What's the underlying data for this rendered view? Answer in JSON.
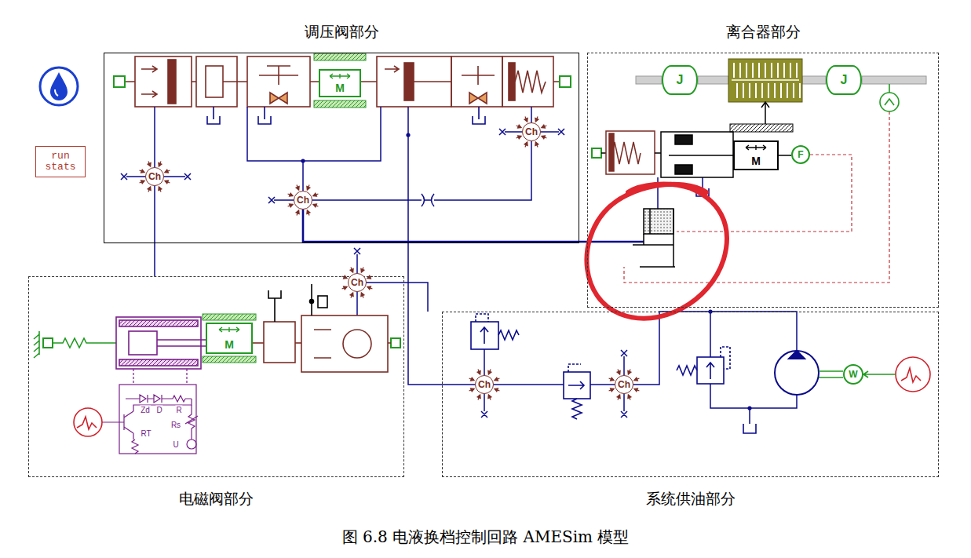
{
  "diagram": {
    "caption": "图 6.8 电液换档控制回路 AMESim 模型",
    "nodes": [
      {
        "text": [
          "调压阀部分"
        ]
      },
      {
        "text": [
          "M"
        ],
        "in": 0
      },
      {
        "text": [
          "Ch"
        ],
        "in": 0
      },
      {
        "text": [
          "Ch"
        ],
        "in": 0
      },
      {
        "text": [
          "Ch"
        ],
        "in": 0
      },
      {
        "text": [
          "离合器部分"
        ]
      },
      {
        "text": [
          "J"
        ],
        "in": 5
      },
      {
        "text": [
          "J"
        ],
        "in": 5
      },
      {
        "text": [
          "M"
        ],
        "in": 5
      },
      {
        "text": [
          "F"
        ],
        "in": 5
      },
      {
        "text": [
          "run stats"
        ]
      },
      {
        "text": [
          "电磁阀部分"
        ]
      },
      {
        "text": [
          "M"
        ],
        "in": 11
      },
      {
        "text": [
          "Ch"
        ],
        "in": 11
      },
      {
        "text": [
          "系统供油部分"
        ]
      },
      {
        "text": [
          "Ch"
        ],
        "in": 14
      },
      {
        "text": [
          "Ch"
        ],
        "in": 14
      },
      {
        "text": [
          "W"
        ],
        "in": 14
      }
    ],
    "edges": [
      {
        "from": 3,
        "to": 4,
        "arrow": "none"
      },
      {
        "from": 15,
        "to": 16,
        "arrow": "none"
      }
    ],
    "labels": [
      "Zd",
      "D",
      "R",
      "RT",
      "Rs",
      "U"
    ]
  }
}
